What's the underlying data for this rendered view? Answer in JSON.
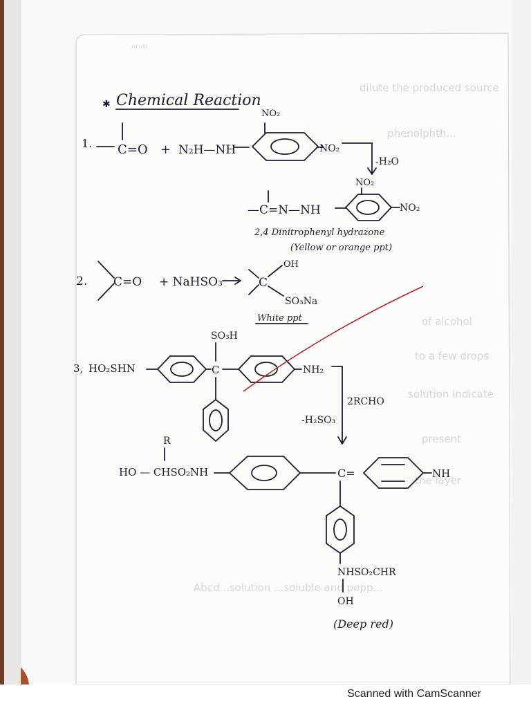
{
  "heading": "Chemical Reaction",
  "reaction1": {
    "number": "1.",
    "reagent": "N₂H—NH",
    "nitro_top": "NO₂",
    "nitro_right": "NO₂",
    "loss": "-H₂O",
    "product_group": "—C=N—NH",
    "product_nitro_top": "NO₂",
    "product_nitro_right": "NO₂",
    "product_name": "2,4 Dinitrophenyl hydrazone",
    "product_note": "(Yellow or orange ppt)"
  },
  "reaction2": {
    "number": "2.",
    "carbonyl": "C=O",
    "reagent": "+ NaHSO₃",
    "product_oh": "OH",
    "product_c": "C",
    "product_so3na": "SO₃Na",
    "note": "White ppt"
  },
  "reaction3": {
    "number": "3,",
    "left_group": "HO₂SHN",
    "so3h": "SO₃H",
    "center_c": "C",
    "right_group": "NH₂",
    "reagent": "2RCHO",
    "loss": "-H₂SO₃",
    "product_r": "R",
    "product_left": "HO — CHSO₂NH",
    "product_c": "C=",
    "product_nh": "NH",
    "product_sub": "NHSO₂CHR",
    "product_oh": "OH",
    "product_note": "(Deep red)"
  },
  "footer": "Scanned with CamScanner"
}
